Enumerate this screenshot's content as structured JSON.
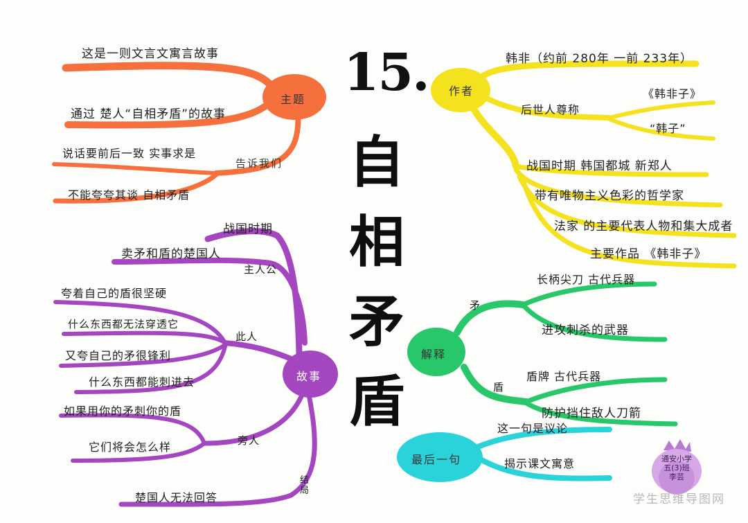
{
  "title": {
    "number": "15.",
    "chars": [
      "自",
      "相",
      "矛",
      "盾"
    ]
  },
  "theme": {
    "node": "主题",
    "items": [
      "这是一则文言文寓言故事",
      "通过 楚人“自相矛盾”的故事"
    ],
    "sub_node": "告诉我们",
    "sub_items": [
      "说话要前后一致 实事求是",
      "不能夸夸其谈 自相矛盾"
    ]
  },
  "author": {
    "node": "作者",
    "name": "韩非（约前 280年 一前 233年）",
    "honor_label": "后世人尊称",
    "honors": [
      "《韩非子》",
      "“韩子”"
    ],
    "facts": [
      "战国时期 韩国都城 新郑人",
      "带有唯物主义色彩的哲学家",
      "法家 的主要代表人物和集大成者",
      "主要作品 《韩非子》"
    ]
  },
  "story": {
    "node": "故事",
    "era": "战国时期",
    "protagonist": "卖矛和盾的楚国人",
    "protagonist_label": "主人公",
    "boast_label": "此人",
    "boasts": [
      "夸着自己的盾很坚硬",
      "什么东西都无法穿透它",
      "又夸自己的矛很锋利",
      "什么东西都能刺进去"
    ],
    "bystander_label": "旁人",
    "bystander": [
      "如果用你的矛刺你的盾",
      "它们将会怎么样"
    ],
    "ending_label": "结局",
    "ending": "楚国人无法回答"
  },
  "explain": {
    "node": "解释",
    "spear_label": "矛",
    "spear": [
      "长柄尖刀 古代兵器",
      "进攻刺杀的武器"
    ],
    "shield_label": "盾",
    "shield": [
      "盾牌 古代兵器",
      "防护挡住敌人刀箭"
    ]
  },
  "last": {
    "node": "最后一句",
    "items": [
      "这一句是议论",
      "揭示课文寓意"
    ]
  },
  "logo": {
    "lines": [
      "通安小学",
      "五(3)班",
      "李芸"
    ]
  },
  "watermark": "学生思维导图网",
  "colors": {
    "theme": "#f5703d",
    "author": "#f4e21f",
    "story": "#a346bf",
    "explain": "#28c76a",
    "last": "#2ad3d9"
  }
}
